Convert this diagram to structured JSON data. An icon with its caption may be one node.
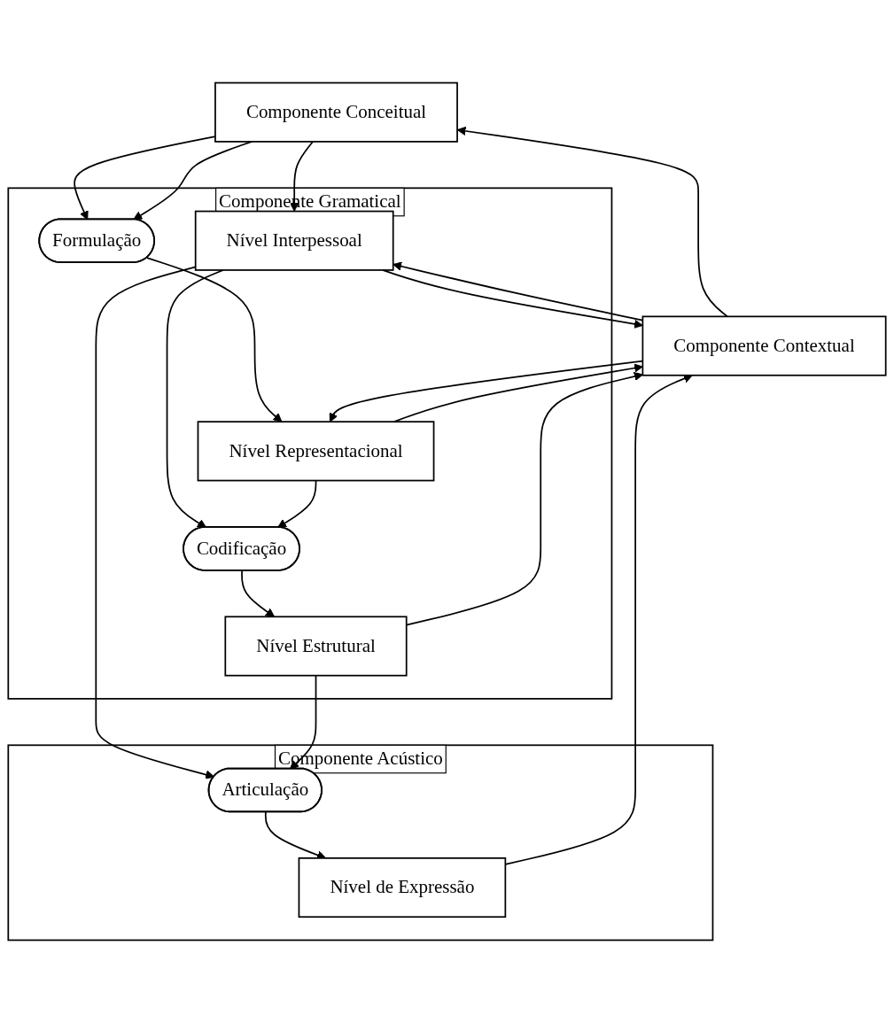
{
  "diagram": {
    "nodes": [
      {
        "text": [
          "Componente Conceitual"
        ]
      },
      {
        "text": [
          "Componente Gramatical"
        ]
      },
      {
        "text": [
          "Formulação"
        ],
        "in": 1
      },
      {
        "text": [
          "Nível Interpessoal"
        ],
        "in": 1
      },
      {
        "text": [
          "Nível Representacional"
        ],
        "in": 1
      },
      {
        "text": [
          "Codificação"
        ],
        "in": 1
      },
      {
        "text": [
          "Nível Estrutural"
        ],
        "in": 1
      },
      {
        "text": [
          "Componente Acústico"
        ]
      },
      {
        "text": [
          "Articulação"
        ],
        "in": 7
      },
      {
        "text": [
          "Nível de Expressão"
        ],
        "in": 7
      },
      {
        "text": [
          "Componente Contextual"
        ]
      }
    ],
    "edges": [
      {
        "from": 0,
        "to": 3,
        "arrow": "to"
      },
      {
        "from": 0,
        "to": 2,
        "arrow": "to"
      },
      {
        "from": 0,
        "to": 2,
        "arrow": "to"
      },
      {
        "from": 2,
        "to": 4,
        "arrow": "to"
      },
      {
        "from": 10,
        "to": 0,
        "arrow": "to"
      },
      {
        "from": 3,
        "to": 10,
        "arrow": "to"
      },
      {
        "from": 10,
        "to": 3,
        "arrow": "to"
      },
      {
        "from": 4,
        "to": 10,
        "arrow": "to"
      },
      {
        "from": 10,
        "to": 4,
        "arrow": "to"
      },
      {
        "from": 3,
        "to": 5,
        "arrow": "to"
      },
      {
        "from": 4,
        "to": 5,
        "arrow": "to"
      },
      {
        "from": 5,
        "to": 6,
        "arrow": "to"
      },
      {
        "from": 6,
        "to": 10,
        "arrow": "to"
      },
      {
        "from": 3,
        "to": 8,
        "arrow": "to"
      },
      {
        "from": 6,
        "to": 8,
        "arrow": "to"
      },
      {
        "from": 8,
        "to": 9,
        "arrow": "to"
      },
      {
        "from": 9,
        "to": 10,
        "arrow": "to"
      }
    ]
  }
}
